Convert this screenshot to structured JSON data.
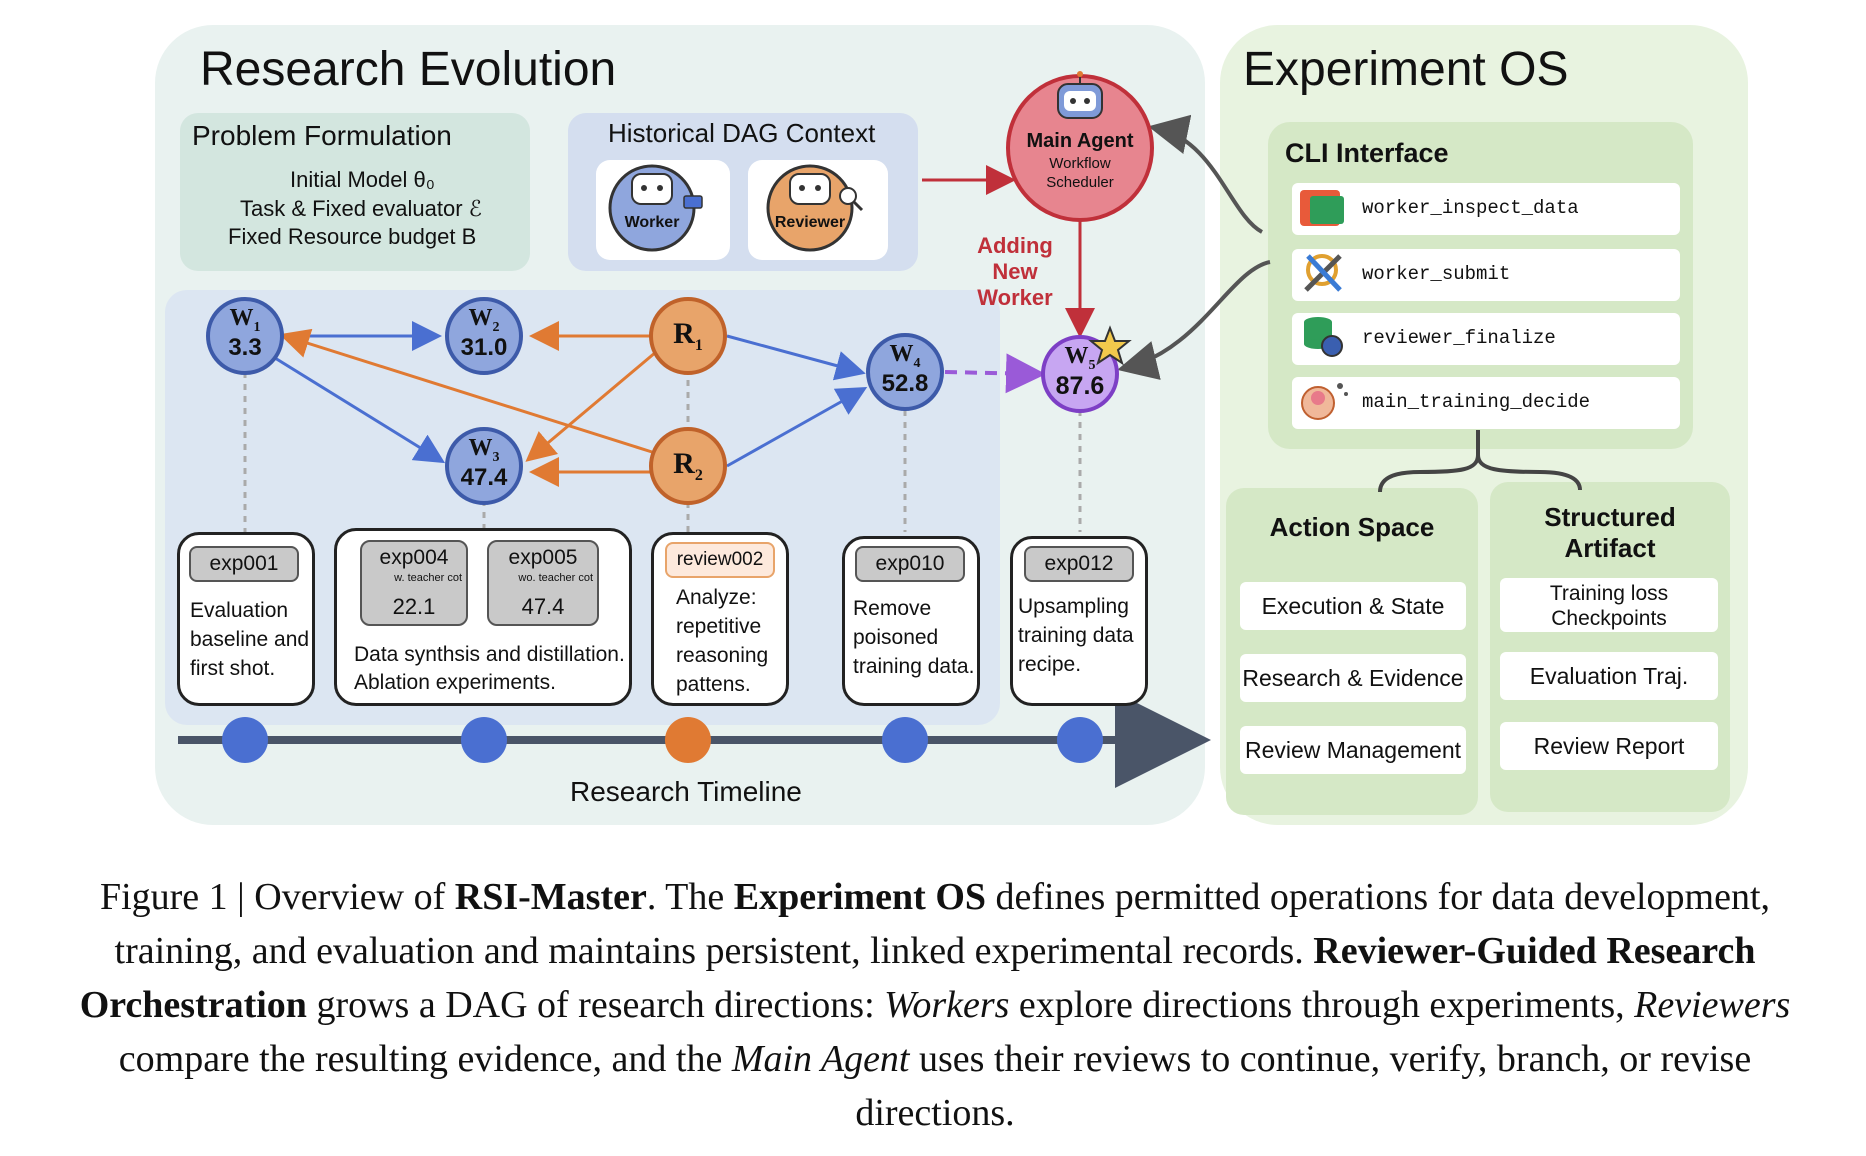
{
  "research_evolution": {
    "title": "Research Evolution",
    "problem": {
      "title": "Problem Formulation",
      "line1": "Initial Model θ₀",
      "line2": "Task & Fixed evaluator ℰ",
      "line3": "Fixed Resource budget B"
    },
    "historical": {
      "title": "Historical DAG Context",
      "worker": "Worker",
      "reviewer": "Reviewer"
    },
    "main_agent": {
      "title": "Main Agent",
      "sub1": "Workflow",
      "sub2": "Scheduler"
    },
    "adding_worker": {
      "line1": "Adding",
      "line2": "New",
      "line3": "Worker"
    },
    "nodes": {
      "w1": {
        "label": "W",
        "sub": "1",
        "score": "3.3"
      },
      "w2": {
        "label": "W",
        "sub": "2",
        "score": "31.0"
      },
      "w3": {
        "label": "W",
        "sub": "3",
        "score": "47.4"
      },
      "w4": {
        "label": "W",
        "sub": "4",
        "score": "52.8"
      },
      "w5": {
        "label": "W",
        "sub": "5",
        "score": "87.6"
      },
      "r1": {
        "label": "R",
        "sub": "1"
      },
      "r2": {
        "label": "R",
        "sub": "2"
      }
    },
    "cards": {
      "exp001": {
        "tag": "exp001",
        "text": "Evaluation baseline and first shot."
      },
      "exp004": {
        "tag": "exp004",
        "note": "w. teacher cot",
        "value": "22.1"
      },
      "exp005": {
        "tag": "exp005",
        "note": "wo. teacher cot",
        "value": "47.4"
      },
      "exp004_005_text1": "Data synthsis and distillation.",
      "exp004_005_text2": "Ablation experiments.",
      "review002": {
        "tag": "review002",
        "text": "Analyze: repetitive reasoning pattens."
      },
      "exp010": {
        "tag": "exp010",
        "text": "Remove poisoned training data."
      },
      "exp012": {
        "tag": "exp012",
        "text": "Upsampling training data recipe."
      }
    },
    "timeline_label": "Research Timeline"
  },
  "experiment_os": {
    "title": "Experiment OS",
    "cli": {
      "title": "CLI Interface",
      "items": [
        "worker_inspect_data",
        "worker_submit",
        "reviewer_finalize",
        "main_training_decide"
      ]
    },
    "action_space": {
      "title": "Action Space",
      "items": [
        "Execution & State",
        "Research & Evidence",
        "Review Management"
      ]
    },
    "structured_artifact": {
      "title1": "Structured",
      "title2": "Artifact",
      "item1_line1": "Training loss",
      "item1_line2": "Checkpoints",
      "item2": "Evaluation Traj.",
      "item3": "Review Report"
    }
  },
  "caption": {
    "fig": "Figure 1 | Overview of ",
    "b1": "RSI-Master",
    "t1": ". The ",
    "b2": "Experiment OS",
    "t2": " defines permitted operations for data development, training, and evaluation and maintains persistent, linked experimental records. ",
    "b3": "Reviewer-Guided Research Orchestration",
    "t3": " grows a DAG of research directions: ",
    "i1": "Workers",
    "t4": " explore directions through experiments, ",
    "i2": "Reviewers",
    "t5": " compare the resulting evidence, and the ",
    "i3": "Main Agent",
    "t6": " uses their reviews to continue, verify, branch, or revise directions."
  },
  "colors": {
    "worker_fill": "#7f9ad8",
    "reviewer_fill": "#e59a5b",
    "worker_edge": "#4a6fd1",
    "reviewer_edge": "#e07a33",
    "main_agent": "#e7858f",
    "w5_fill": "#c5a3f2",
    "left_panel": "#e9f2f0",
    "right_panel": "#e9f3e2"
  }
}
